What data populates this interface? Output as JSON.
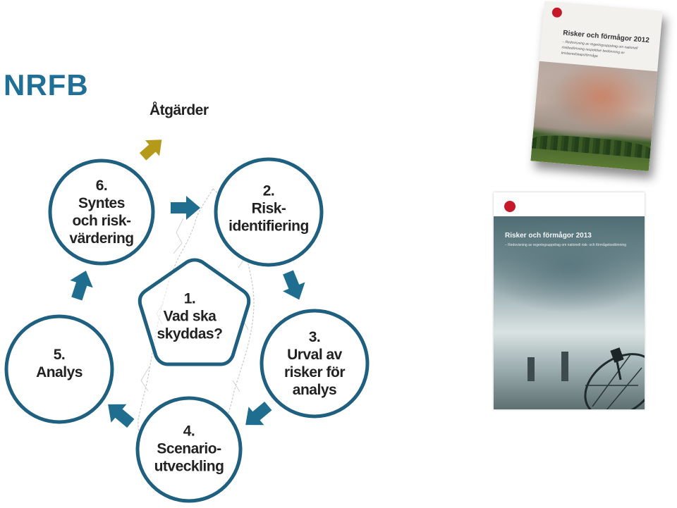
{
  "title": "NRFB",
  "diagram": {
    "action_label": "Åtgärder",
    "nodes": [
      {
        "id": "1",
        "lines": [
          "1.",
          "Vad ska",
          "skyddas?"
        ]
      },
      {
        "id": "2",
        "lines": [
          "2.",
          "Risk-",
          "identifiering"
        ]
      },
      {
        "id": "3",
        "lines": [
          "3.",
          "Urval av",
          "risker för",
          "analys"
        ]
      },
      {
        "id": "4",
        "lines": [
          "4.",
          "Scenario-",
          "utveckling"
        ]
      },
      {
        "id": "5",
        "lines": [
          "5.",
          "Analys"
        ]
      },
      {
        "id": "6",
        "lines": [
          "6.",
          "Syntes",
          "och risk-",
          "värdering"
        ]
      }
    ]
  },
  "reports": [
    {
      "title": "Risker och förmågor 2012",
      "subtitle": "– Redovisning av regeringsuppdrag om nationell riskbedömning respektive bedömning av krisberedskapsförmåga",
      "logo": "msb-logo-icon"
    },
    {
      "title": "Risker och förmågor 2013",
      "subtitle": "– Redovisning av regeringsuppdrag om nationell risk- och förmågebedömning",
      "logo": "msb-logo-icon"
    }
  ],
  "colors": {
    "title": "#1f6f97",
    "ring": "#1f5f7f",
    "arrow": "#1f6e8f",
    "action_arrow": "#b59a1a",
    "text": "#222222",
    "map_outline": "#c8ccc8"
  }
}
